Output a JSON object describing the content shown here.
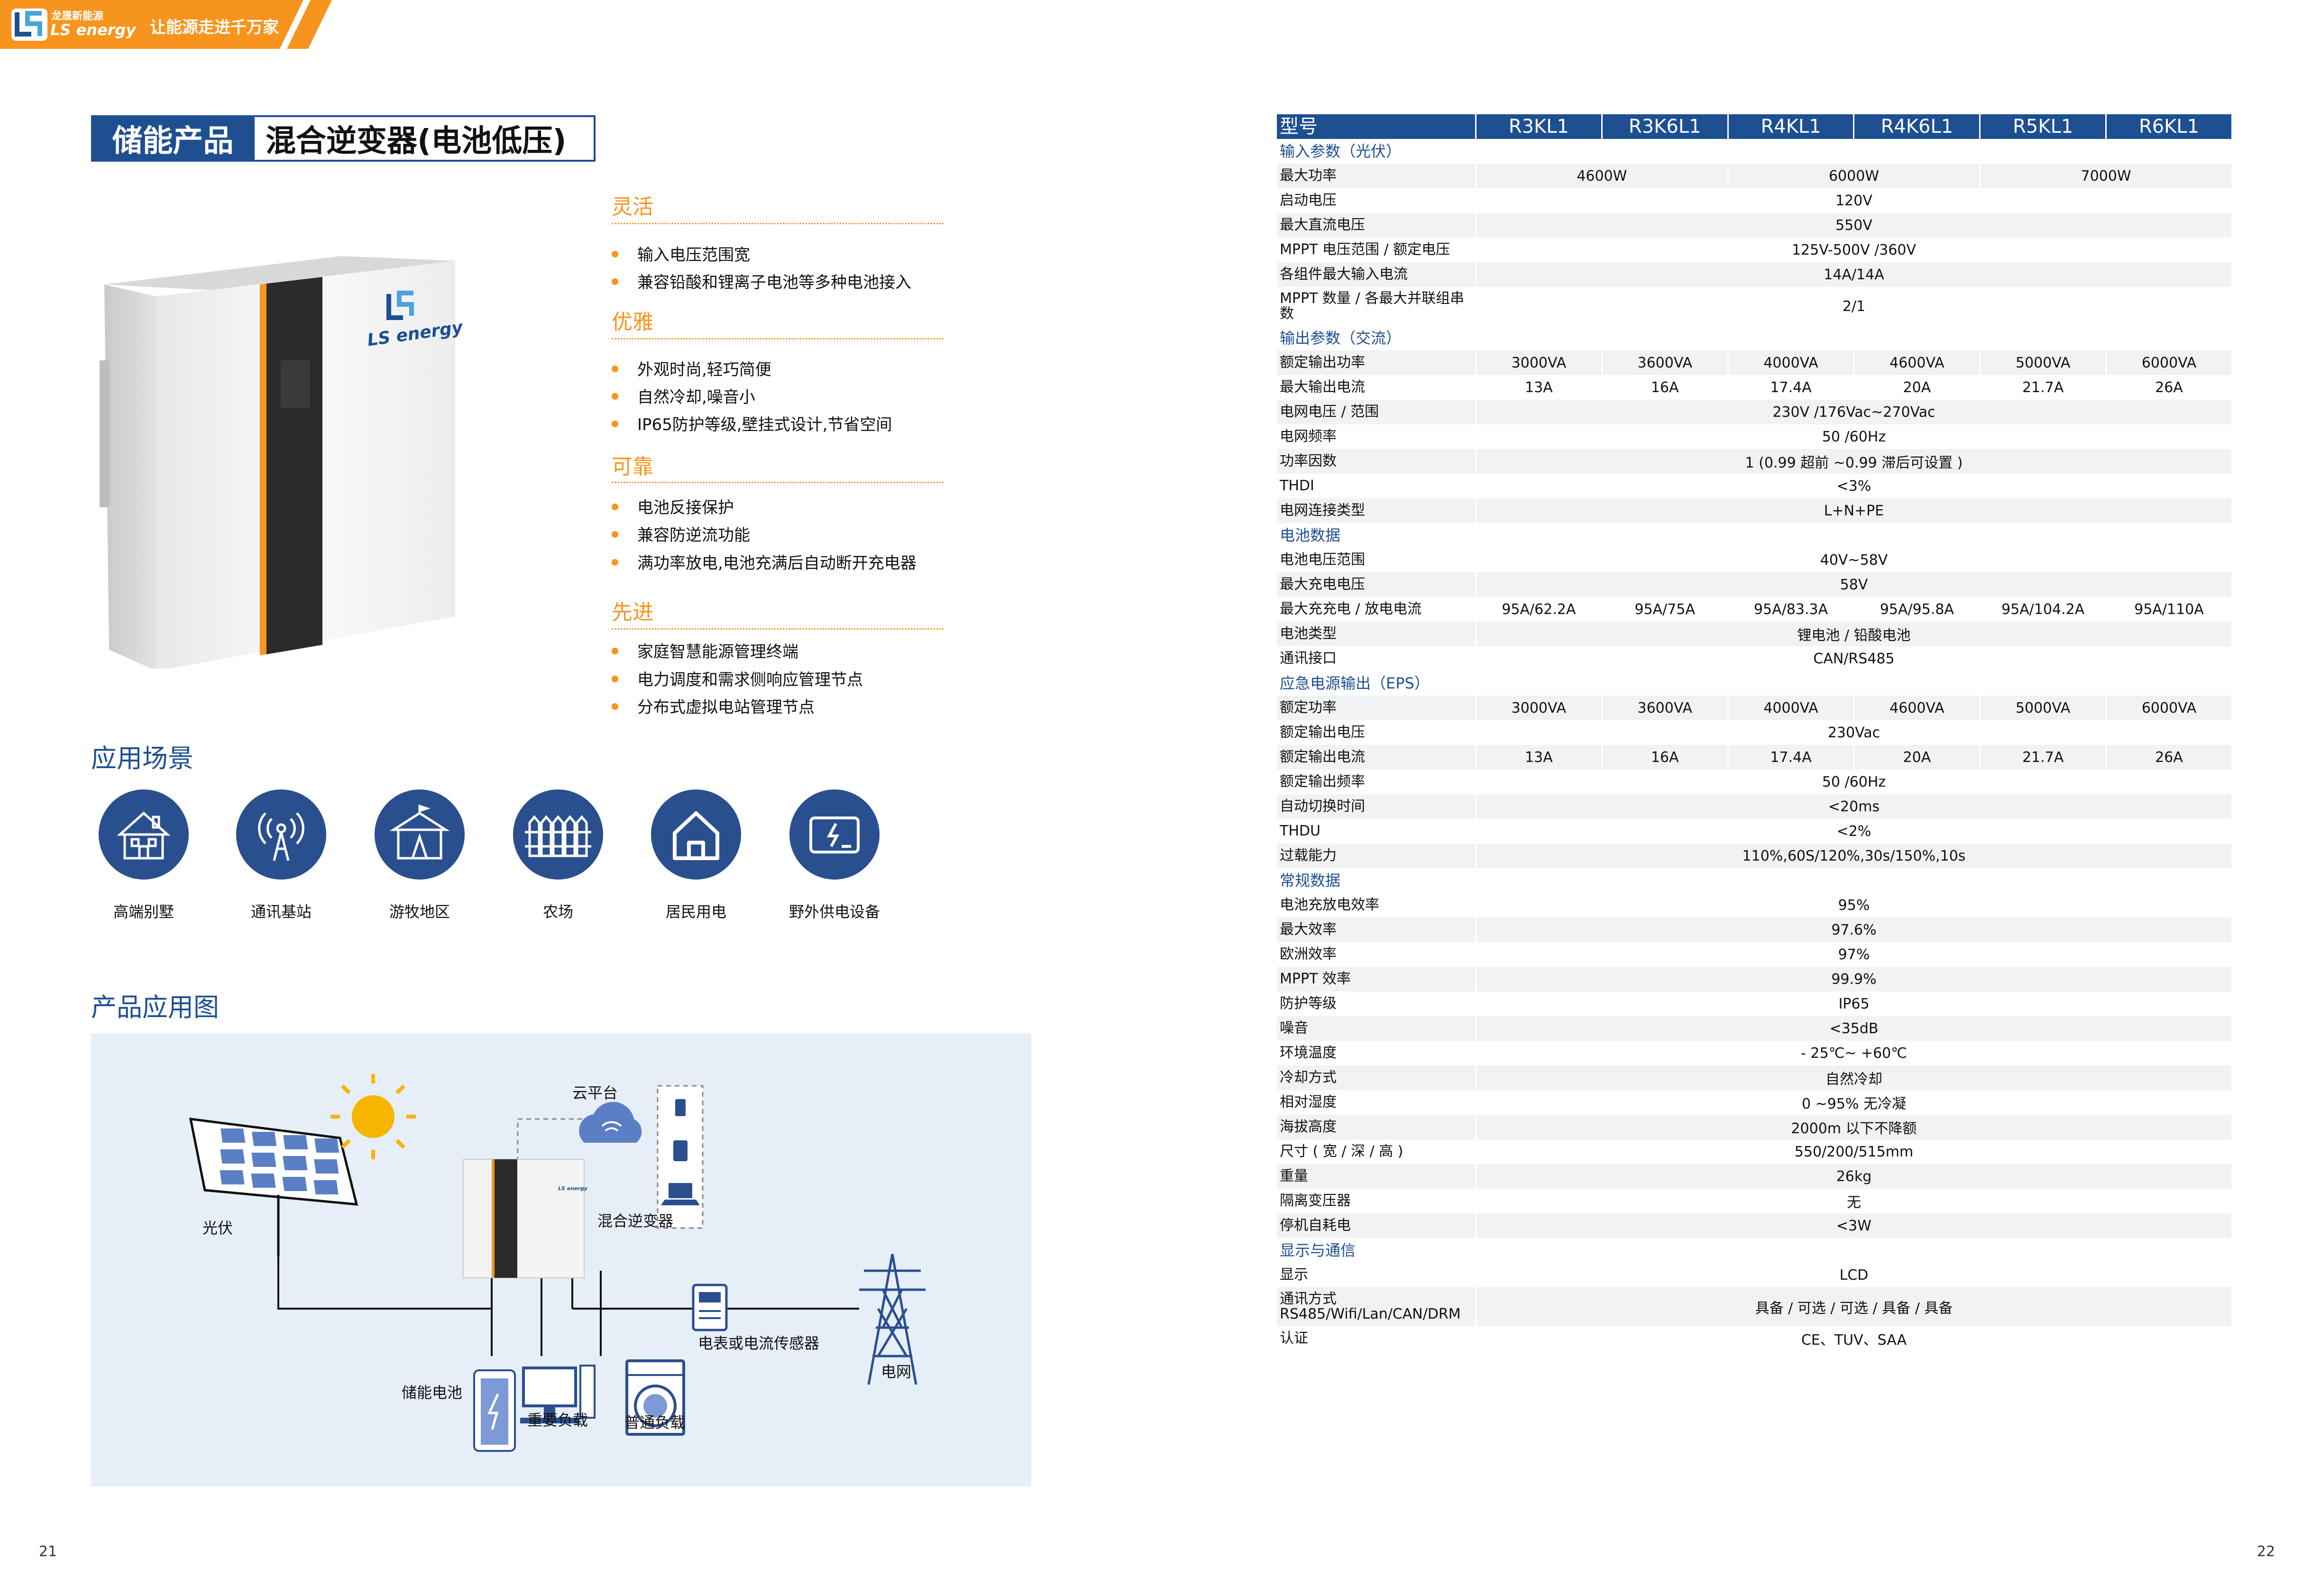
{
  "header": {
    "logo_cn": "龙晟新能源",
    "logo_en": "LS energy",
    "slogan": "让能源走进千万家"
  },
  "title": {
    "category": "储能产品",
    "product": "混合逆变器(电池低压)"
  },
  "product_image_logo": "LS energy",
  "features": [
    {
      "heading": "灵活",
      "items": [
        "输入电压范围宽",
        "兼容铅酸和锂离子电池等多种电池接入"
      ]
    },
    {
      "heading": "优雅",
      "items": [
        "外观时尚,轻巧简便",
        "自然冷却,噪音小",
        "IP65防护等级,壁挂式设计,节省空间"
      ]
    },
    {
      "heading": "可靠",
      "items": [
        "电池反接保护",
        "兼容防逆流功能",
        "满功率放电,电池充满后自动断开充电器"
      ]
    },
    {
      "heading": "先进",
      "items": [
        "家庭智慧能源管理终端",
        "电力调度和需求侧响应管理节点",
        "分布式虚拟电站管理节点"
      ]
    }
  ],
  "scenes": {
    "heading": "应用场景",
    "items": [
      {
        "label": "高端别墅",
        "icon": "villa-icon"
      },
      {
        "label": "通讯基站",
        "icon": "antenna-icon"
      },
      {
        "label": "游牧地区",
        "icon": "tent-icon"
      },
      {
        "label": "农场",
        "icon": "fence-icon"
      },
      {
        "label": "居民用电",
        "icon": "house-icon"
      },
      {
        "label": "野外供电设备",
        "icon": "power-box-icon"
      }
    ]
  },
  "diagram": {
    "heading": "产品应用图",
    "labels": {
      "pv": "光伏",
      "cloud": "云平台",
      "inverter": "混合逆变器",
      "meter": "电表或电流传感器",
      "grid": "电网",
      "battery": "储能电池",
      "important_load": "重要负载",
      "normal_load": "普通负载"
    },
    "inverter_logo": "LS energy"
  },
  "page_numbers": {
    "left": "21",
    "right": "22"
  },
  "spec": {
    "header": {
      "label": "型号",
      "models": [
        "R3KL1",
        "R3K6L1",
        "R4KL1",
        "R4K6L1",
        "R5KL1",
        "R6KL1"
      ]
    },
    "rows": [
      {
        "type": "sec",
        "label": "输入参数（光伏）"
      },
      {
        "label": "最大功率",
        "cells": [
          {
            "t": "4600W",
            "s": 2
          },
          {
            "t": "6000W",
            "s": 2
          },
          {
            "t": "7000W",
            "s": 2
          }
        ]
      },
      {
        "label": "启动电压",
        "cells": [
          {
            "t": "120V",
            "s": 6
          }
        ]
      },
      {
        "label": "最大直流电压",
        "cells": [
          {
            "t": "550V",
            "s": 6
          }
        ]
      },
      {
        "label": "MPPT 电压范围 / 额定电压",
        "cells": [
          {
            "t": "125V-500V /360V",
            "s": 6
          }
        ]
      },
      {
        "label": "各组件最大输入电流",
        "cells": [
          {
            "t": "14A/14A",
            "s": 6
          }
        ]
      },
      {
        "label": "MPPT 数量 / 各最大并联组串数",
        "tall": true,
        "cells": [
          {
            "t": "2/1",
            "s": 6
          }
        ]
      },
      {
        "type": "sec",
        "label": "输出参数（交流）"
      },
      {
        "label": "额定输出功率",
        "cells": [
          {
            "t": "3000VA",
            "s": 1
          },
          {
            "t": "3600VA",
            "s": 1
          },
          {
            "t": "4000VA",
            "s": 1
          },
          {
            "t": "4600VA",
            "s": 1
          },
          {
            "t": "5000VA",
            "s": 1
          },
          {
            "t": "6000VA",
            "s": 1
          }
        ]
      },
      {
        "label": "最大输出电流",
        "cells": [
          {
            "t": "13A",
            "s": 1
          },
          {
            "t": "16A",
            "s": 1
          },
          {
            "t": "17.4A",
            "s": 1
          },
          {
            "t": "20A",
            "s": 1
          },
          {
            "t": "21.7A",
            "s": 1
          },
          {
            "t": "26A",
            "s": 1
          }
        ]
      },
      {
        "label": "电网电压 / 范围",
        "cells": [
          {
            "t": "230V /176Vac~270Vac",
            "s": 6
          }
        ]
      },
      {
        "label": "电网频率",
        "cells": [
          {
            "t": "50 /60Hz",
            "s": 6
          }
        ]
      },
      {
        "label": "功率因数",
        "cells": [
          {
            "t": "1 (0.99 超前 ~0.99 滞后可设置 )",
            "s": 6
          }
        ]
      },
      {
        "label": "THDI",
        "cells": [
          {
            "t": "<3%",
            "s": 6
          }
        ]
      },
      {
        "label": "电网连接类型",
        "cells": [
          {
            "t": "L+N+PE",
            "s": 6
          }
        ]
      },
      {
        "type": "sec",
        "label": "电池数据"
      },
      {
        "label": "电池电压范围",
        "cells": [
          {
            "t": "40V~58V",
            "s": 6
          }
        ]
      },
      {
        "label": "最大充电电压",
        "cells": [
          {
            "t": "58V",
            "s": 6
          }
        ]
      },
      {
        "label": "最大充充电 / 放电电流",
        "cells": [
          {
            "t": "95A/62.2A",
            "s": 1
          },
          {
            "t": "95A/75A",
            "s": 1
          },
          {
            "t": "95A/83.3A",
            "s": 1
          },
          {
            "t": "95A/95.8A",
            "s": 1
          },
          {
            "t": "95A/104.2A",
            "s": 1
          },
          {
            "t": "95A/110A",
            "s": 1
          }
        ]
      },
      {
        "label": "电池类型",
        "cells": [
          {
            "t": "锂电池 / 铅酸电池",
            "s": 6
          }
        ]
      },
      {
        "label": "通讯接口",
        "cells": [
          {
            "t": "CAN/RS485",
            "s": 6
          }
        ]
      },
      {
        "type": "sec",
        "label": "应急电源输出（EPS）"
      },
      {
        "label": "额定功率",
        "cells": [
          {
            "t": "3000VA",
            "s": 1
          },
          {
            "t": "3600VA",
            "s": 1
          },
          {
            "t": "4000VA",
            "s": 1
          },
          {
            "t": "4600VA",
            "s": 1
          },
          {
            "t": "5000VA",
            "s": 1
          },
          {
            "t": "6000VA",
            "s": 1
          }
        ]
      },
      {
        "label": "额定输出电压",
        "cells": [
          {
            "t": "230Vac",
            "s": 6
          }
        ]
      },
      {
        "label": "额定输出电流",
        "cells": [
          {
            "t": "13A",
            "s": 1
          },
          {
            "t": "16A",
            "s": 1
          },
          {
            "t": "17.4A",
            "s": 1
          },
          {
            "t": "20A",
            "s": 1
          },
          {
            "t": "21.7A",
            "s": 1
          },
          {
            "t": "26A",
            "s": 1
          }
        ]
      },
      {
        "label": "额定输出频率",
        "cells": [
          {
            "t": "50 /60Hz",
            "s": 6
          }
        ]
      },
      {
        "label": "自动切换时间",
        "cells": [
          {
            "t": "<20ms",
            "s": 6
          }
        ]
      },
      {
        "label": "THDU",
        "cells": [
          {
            "t": "<2%",
            "s": 6
          }
        ]
      },
      {
        "label": "过载能力",
        "cells": [
          {
            "t": "110%,60S/120%,30s/150%,10s",
            "s": 6
          }
        ]
      },
      {
        "type": "sec",
        "label": "常规数据"
      },
      {
        "label": "电池充放电效率",
        "cells": [
          {
            "t": "95%",
            "s": 6
          }
        ]
      },
      {
        "label": "最大效率",
        "cells": [
          {
            "t": "97.6%",
            "s": 6
          }
        ]
      },
      {
        "label": "欧洲效率",
        "cells": [
          {
            "t": "97%",
            "s": 6
          }
        ]
      },
      {
        "label": "MPPT 效率",
        "cells": [
          {
            "t": "99.9%",
            "s": 6
          }
        ]
      },
      {
        "label": "防护等级",
        "cells": [
          {
            "t": "IP65",
            "s": 6
          }
        ]
      },
      {
        "label": "噪音",
        "cells": [
          {
            "t": "<35dB",
            "s": 6
          }
        ]
      },
      {
        "label": "环境温度",
        "cells": [
          {
            "t": "- 25℃~ +60℃",
            "s": 6
          }
        ]
      },
      {
        "label": "冷却方式",
        "cells": [
          {
            "t": "自然冷却",
            "s": 6
          }
        ]
      },
      {
        "label": "相对湿度",
        "cells": [
          {
            "t": "0 ~95% 无冷凝",
            "s": 6
          }
        ]
      },
      {
        "label": "海拔高度",
        "cells": [
          {
            "t": "2000m 以下不降额",
            "s": 6
          }
        ]
      },
      {
        "label": "尺寸 ( 宽 / 深 / 高 )",
        "cells": [
          {
            "t": "550/200/515mm",
            "s": 6
          }
        ]
      },
      {
        "label": "重量",
        "cells": [
          {
            "t": "26kg",
            "s": 6
          }
        ]
      },
      {
        "label": "隔离变压器",
        "cells": [
          {
            "t": "无",
            "s": 6
          }
        ]
      },
      {
        "label": "停机自耗电",
        "cells": [
          {
            "t": "<3W",
            "s": 6
          }
        ]
      },
      {
        "type": "sec",
        "label": "显示与通信"
      },
      {
        "label": "显示",
        "cells": [
          {
            "t": "LCD",
            "s": 6
          }
        ]
      },
      {
        "label": "通讯方式 RS485/Wifi/Lan/CAN/DRM",
        "tall": true,
        "cells": [
          {
            "t": "具备 / 可选 / 可选 / 具备 / 具备",
            "s": 6
          }
        ]
      },
      {
        "label": "认证",
        "cells": [
          {
            "t": "CE、TUV、SAA",
            "s": 6
          }
        ]
      }
    ]
  },
  "colors": {
    "brand_blue": "#1d4f91",
    "accent_orange": "#f7941d"
  }
}
